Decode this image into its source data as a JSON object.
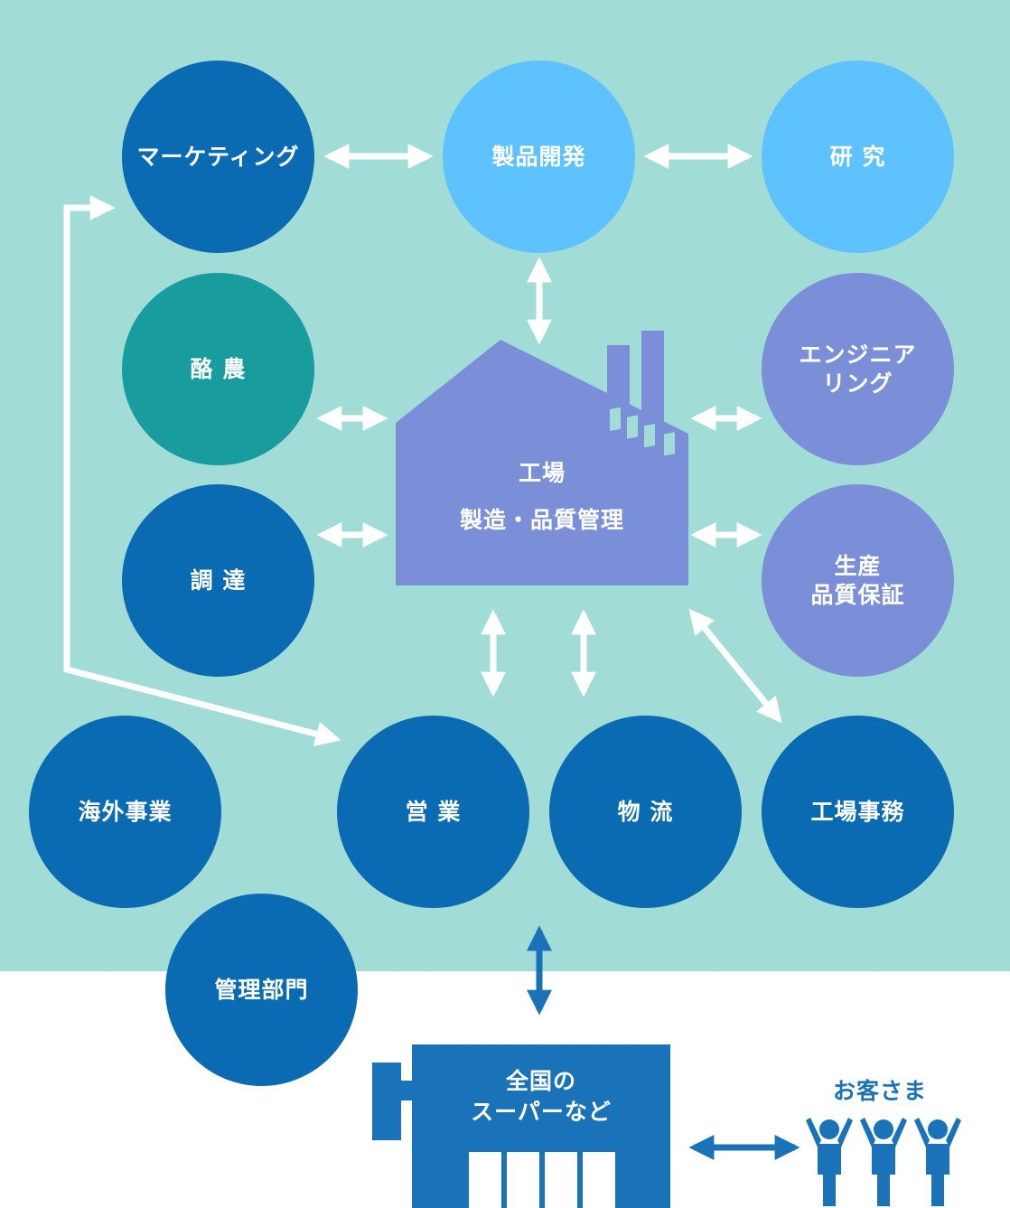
{
  "colors": {
    "background": "#a2dcd7",
    "dark_blue": "#0a6ab2",
    "light_blue": "#5ec2ff",
    "teal": "#199c9d",
    "lavender": "#7a8fd7",
    "store_blue": "#1a73b8",
    "arrow_white": "#ffffff"
  },
  "nodes": {
    "marketing": {
      "label": "マーケティング"
    },
    "product_dev": {
      "label": "製品開発"
    },
    "research": {
      "label": "研 究"
    },
    "dairy": {
      "label": "酪 農"
    },
    "engineering": {
      "line1": "エンジニア",
      "line2": "リング"
    },
    "procurement": {
      "label": "調 達"
    },
    "production_qa": {
      "line1": "生産",
      "line2": "品質保証"
    },
    "overseas": {
      "label": "海外事業"
    },
    "sales": {
      "label": "営 業"
    },
    "logistics": {
      "label": "物 流"
    },
    "factory_office": {
      "label": "工場事務"
    },
    "admin": {
      "label": "管理部門"
    }
  },
  "factory": {
    "title": "工場",
    "subtitle": "製造・品質管理"
  },
  "store": {
    "line1": "全国の",
    "line2": "スーパーなど"
  },
  "customers": {
    "label": "お客さま"
  }
}
